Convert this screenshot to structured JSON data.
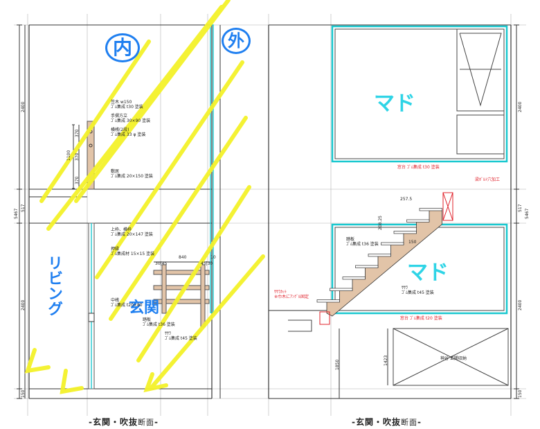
{
  "left_section": {
    "caption": "-玄関・吹抜",
    "caption_suffix": "断面",
    "caption_end": "-",
    "hand_labels": {
      "inside": "内",
      "outside": "外",
      "living": "リビング",
      "entrance": "玄関"
    },
    "dimensions": {
      "upper": "2400",
      "middle": "517",
      "lower": "2400",
      "base": "150",
      "total": "5467",
      "rail_height": "1100",
      "rail_a": "370",
      "rail_b": "370",
      "rail_c": "370",
      "shelf_width": "840",
      "shelf_left": "30|45",
      "shelf_right": "45|30",
      "side_right": "10"
    },
    "notes": [
      "笠木 w150",
      "ｺﾞﾑ集成 t30 塗装",
      "手摺方立",
      "ｺﾞﾑ集成 30×90 塗装",
      "横桟(2段)",
      "ｺﾞﾑ集成 33 φ 塗装",
      "敷居",
      "ｺﾞﾑ集成 20×150 塗装",
      "上枠、横枠",
      "ｺﾞﾑ集成 20×147 塗装",
      "押縁",
      "ｺﾞﾑ集成材 15×15 塗装",
      "中桟",
      "ｺﾞﾑ集成 t20×80",
      "踏板",
      "ｺﾞﾑ集成 t36 塗装",
      "ｻｻﾗ",
      "ｺﾞﾑ集成 t45 塗装"
    ]
  },
  "right_section": {
    "caption": "-玄関・吹抜",
    "caption_suffix": "断面",
    "caption_end": "-",
    "hand_labels": {
      "window_upper": "マド",
      "window_lower": "マド"
    },
    "dimensions": {
      "upper": "2400",
      "middle": "517",
      "lower": "2400",
      "base": "150",
      "total": "5467",
      "tread": "257.5",
      "riser_a": "208.25",
      "run": "1423",
      "stair_len": "1850",
      "diag": "150"
    },
    "notes": [
      "窓台 ｺﾞﾑ集成 t30 塗装",
      "梁ﾎﾞﾙﾄ穴加工",
      "踏板",
      "ｺﾞﾑ集成 t36 塗装",
      "ｻｻﾗ",
      "ｺﾞﾑ集成 t45 塗装",
      "窓台 ｺﾞﾑ集成 t20 塗装",
      "神谷 玄関収納"
    ],
    "red_notes": [
      "ｻｻﾗｶｯﾄ",
      "※巾木にｱﾝｸﾞﾙ固定"
    ]
  },
  "colors": {
    "line": "#444444",
    "grid": "#9a9a9a",
    "yellow": "#f4f22a",
    "cyan": "#19c8cf",
    "wood": "#e2c4a8",
    "blue_hand": "#1f7ff0",
    "red_note": "#e0202a"
  }
}
